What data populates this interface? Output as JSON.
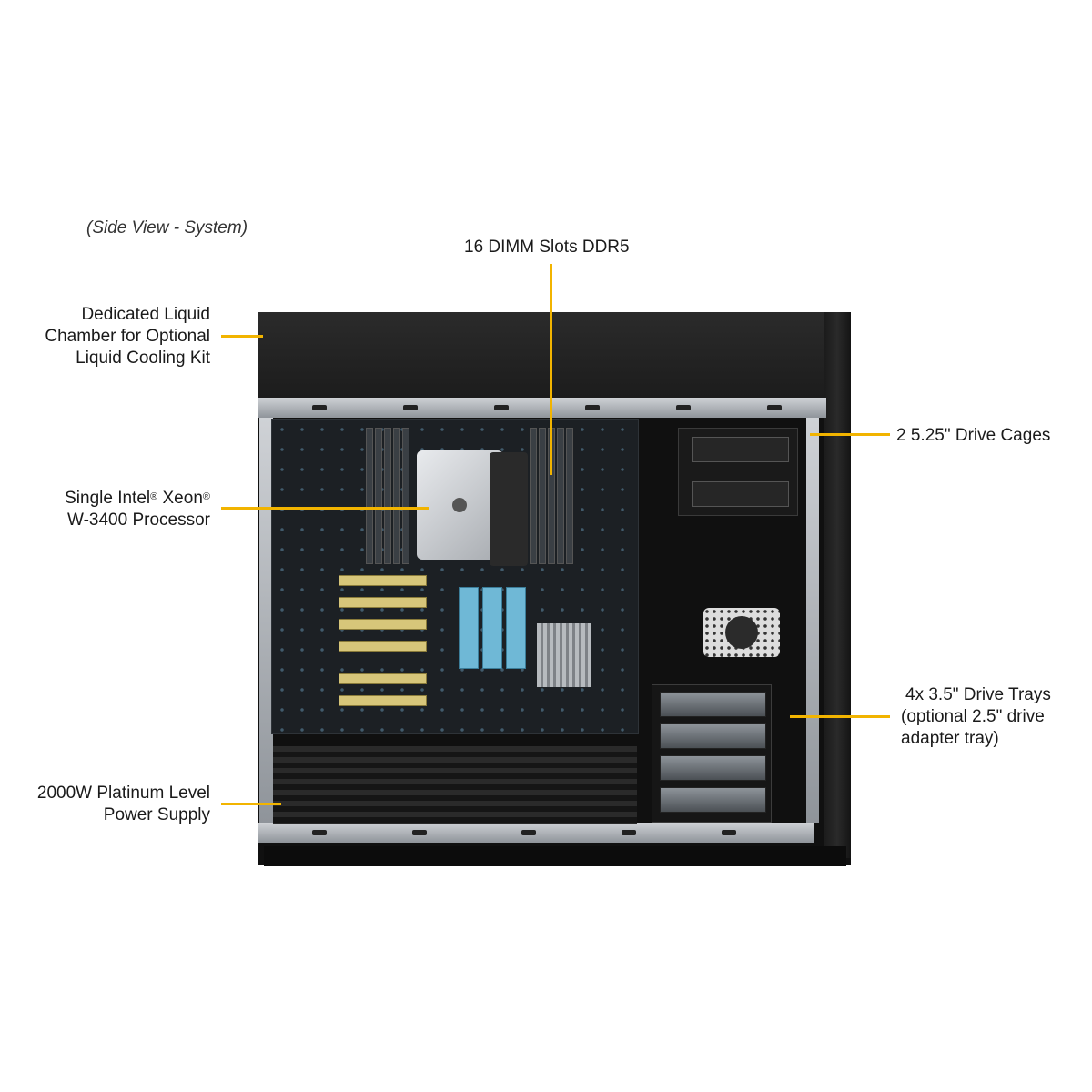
{
  "caption": "(Side View - System)",
  "callouts": {
    "dimm": "16 DIMM Slots DDR5",
    "liquid": [
      "Dedicated Liquid",
      "Chamber for Optional",
      "Liquid Cooling Kit"
    ],
    "drive_cages": "2 5.25\" Drive Cages",
    "processor": {
      "line1_a": "Single Intel",
      "line1_b": " Xeon",
      "reg": "®",
      "line2": "W-3400 Processor"
    },
    "drive_trays": [
      "4x 3.5\" Drive Trays",
      "(optional 2.5\" drive",
      "adapter tray)"
    ],
    "psu": [
      "2000W Platinum Level",
      "Power Supply"
    ]
  },
  "colors": {
    "leader": "#f2b400",
    "chassis": "#101010"
  },
  "icons": {
    "system": "tower-workstation-image"
  }
}
